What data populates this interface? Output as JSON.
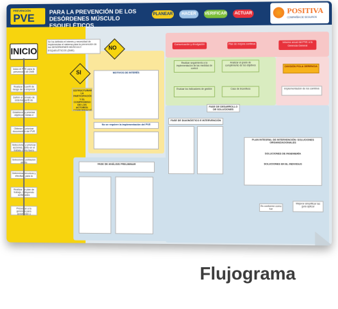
{
  "header": {
    "brand_small": "PREVENCIÓN",
    "brand": "PVE",
    "title_line1": "PARA LA PREVENCIÓN DE LOS",
    "title_line2": "DESÓRDENES MÚSCULO ESQUELÉTICOS",
    "steps": [
      {
        "label": "PLANEAR",
        "color": "#f4cc1f"
      },
      {
        "label": "HACER",
        "color": "#9fc3e6"
      },
      {
        "label": "VERIFICAR",
        "color": "#7dbf3a"
      },
      {
        "label": "ACTUAR",
        "color": "#e8323c"
      }
    ],
    "logo_name": "POSITIVA",
    "logo_sub": "COMPAÑÍA DE SEGUROS"
  },
  "flow": {
    "start": "INICIO",
    "no": "NO",
    "si": "SI",
    "question": "Se ha definido el interés y necesidad de implementar el sistema para la prevención de los DESÓRDENES MÚSCULO ESQUELÉTICOS (DME)",
    "motivos_title": "MOTIVOS DE INTERÉS",
    "estructurar": "ESTRUCTURAR LA PARTICIPACIÓN Y EL COMPROMISO DE LOS ACTORES: CONFORMACIÓN DE GRUPOS DE TRABAJO",
    "no_implement": "No se requiere la implementación del PVE",
    "left_steps": [
      "Inicio el PVE para la prevención de DME",
      "Realizar el perfil de riesgo de la empresa",
      "Definir el formato de sistema, perfil de riesgo PVE",
      "Establecer y priorizar objetivos, metas e indicadores",
      "Obtener y priorizar documentos del PVE",
      "Seleccionar y priorizar acciones, tanto en el trabajo como fuera",
      "Seleccionar población objeto",
      "Determinar recursos y efectivos para la gestión",
      "Realizar un plan de trabajo, incluyendo actividades",
      "Presentar a la gerencia para aprobación y asignación de recursos"
    ],
    "fase_inicial": "FASE DE ANÁLISIS PRELIMINAR",
    "fase_diag": "FASE DE DIAGNÓSTICO E INTERVENCIÓN",
    "fase_desarrollo": "FASE DE DESARROLLO DE SOLUCIONES",
    "plan_integral": "PLAN INTEGRAL DE INTERVENCIÓN: SOLUCIONES ORGANIZACIONALES",
    "soluciones_ingenieria": "SOLUCIONES DE INGENIERÍA",
    "soluciones_individuo": "SOLUCIONES EN EL INDIVIDUO",
    "red_boxes": [
      "Comunicación y divulgación",
      "Plan de mejora continua",
      "Informe anual del PVE a la Gerencia General"
    ],
    "division": "DIVISIÓN POLA GERENCIA",
    "verify_boxes": [
      "Realizar seguimiento a la implementación de las medidas de control",
      "Analizar el grado de cumplimiento de los objetivos",
      "Evaluar los indicadores de gestión",
      "Caso de incentivos",
      "Implementación de los cambios"
    ],
    "bottom_note": "Es conforme como fue",
    "mejora": "Mejorar simplificar las guía aplicar"
  },
  "caption": "Flujograma"
}
